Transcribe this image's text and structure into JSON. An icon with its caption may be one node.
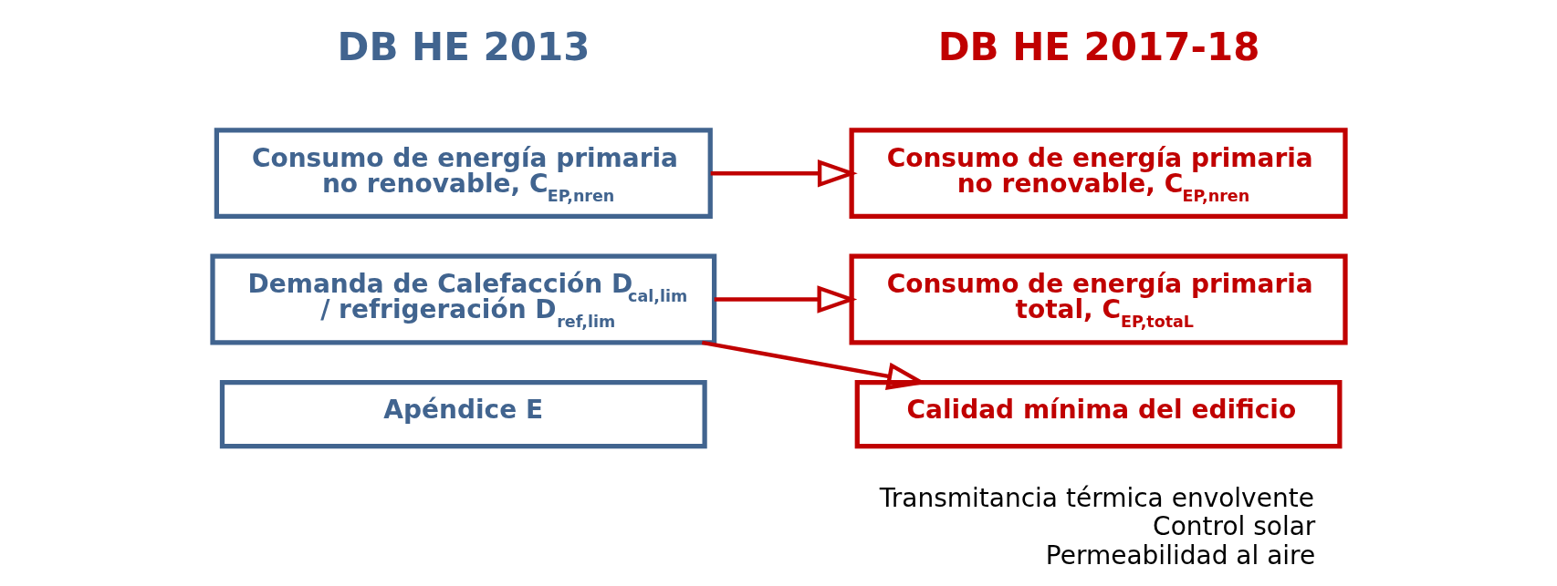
{
  "diagram": {
    "nodes": [
      {
        "text": [
          "Consumo de energía primaria no renovable, C$_{EP,nren}$"
        ]
      },
      {
        "text": [
          "Demanda de Calefacción D$_{cal,lim}$ / refrigeración D$_{ref,lim}$"
        ]
      },
      {
        "text": [
          "Apéndice E"
        ]
      },
      {
        "text": [
          "Consumo de energía primaria no renovable, C$_{EP,nren}$"
        ]
      },
      {
        "text": [
          "Consumo de energía primaria total, C$_{EP,totaL}$"
        ]
      },
      {
        "text": [
          "Calidad mínima del edificio"
        ],
        "beside": [
          "Transmitancia térmica envolvente",
          "Control solar",
          "Permeabilidad al aire"
        ]
      }
    ],
    "edges": [
      {
        "from": 0,
        "to": 3,
        "arrow": "to"
      },
      {
        "from": 1,
        "to": 4,
        "arrow": "to"
      },
      {
        "from": 1,
        "to": 5,
        "arrow": "to"
      }
    ],
    "labels": [
      "DB HE 2013",
      "DB HE 2017-18"
    ]
  }
}
